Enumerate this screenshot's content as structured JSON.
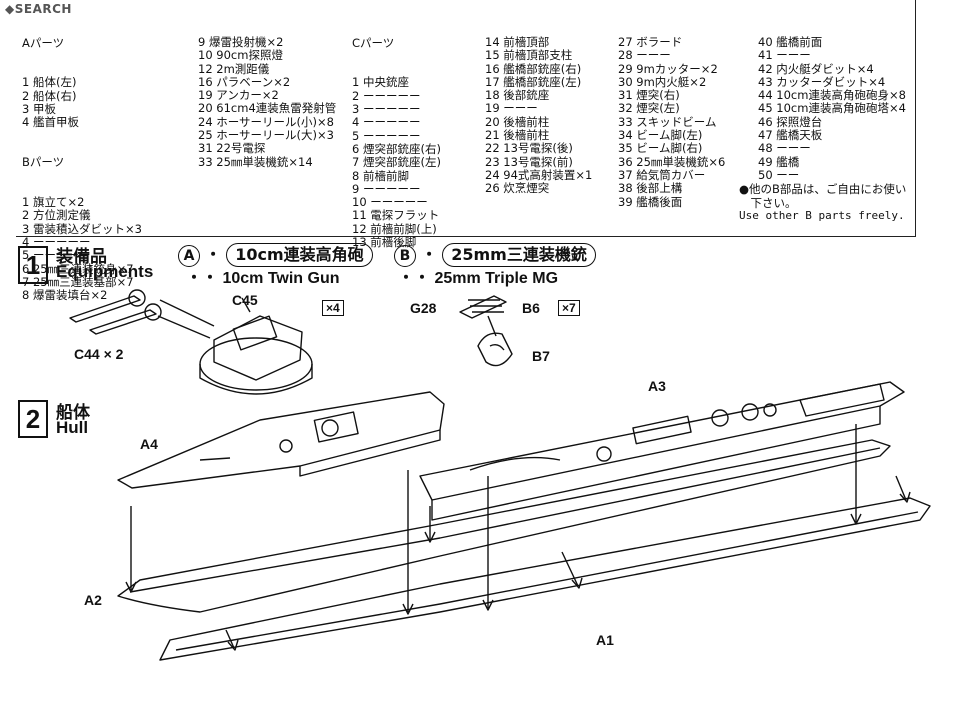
{
  "watermark": "SEARCH",
  "partsA": {
    "header": "Aパーツ",
    "items": [
      "1 船体(左)",
      "2 船体(右)",
      "3 甲板",
      "4 艦首甲板"
    ]
  },
  "partsB": {
    "header": "Bパーツ",
    "items": [
      "1 旗立て×2",
      "2 方位測定儀",
      "3 雷装積込ダビット×3",
      "4 ーーーーー",
      "5 ーーーーー",
      "6 25㎜三連装銃身×7",
      "7 25㎜三連装基部×7",
      "8 爆雷装填台×2"
    ]
  },
  "partsB2": {
    "items": [
      "9 爆雷投射機×2",
      "10 90cm探照燈",
      "12 2m測距儀",
      "16 パラベーン×2",
      "19 アンカー×2",
      "20 61cm4連装魚雷発射管",
      "24 ホーサーリール(小)×8",
      "25 ホーサーリール(大)×3",
      "31 22号電探",
      "33 25㎜単装機銃×14"
    ]
  },
  "partsC": {
    "header": "Cパーツ",
    "items": [
      "1 中央銃座",
      "2 ーーーーー",
      "3 ーーーーー",
      "4 ーーーーー",
      "5 ーーーーー",
      "6 煙突部銃座(右)",
      "7 煙突部銃座(左)",
      "8 前檣前脚",
      "9 ーーーーー",
      "10 ーーーーー",
      "11 電探フラット",
      "12 前檣前脚(上)",
      "13 前檣後脚"
    ]
  },
  "partsC2": {
    "items": [
      "14 前檣頂部",
      "15 前檣頂部支柱",
      "16 艦橋部銃座(右)",
      "17 艦橋部銃座(左)",
      "18 後部銃座",
      "19 ーーー",
      "20 後檣前柱",
      "21 後檣前柱",
      "22 13号電探(後)",
      "23 13号電探(前)",
      "24 94式高射装置×1",
      "26 炊烹煙突"
    ]
  },
  "partsC3": {
    "items": [
      "27 ボラード",
      "28 ーーー",
      "29 9mカッター×2",
      "30 9m内火艇×2",
      "31 煙突(右)",
      "32 煙突(左)",
      "33 スキッドビーム",
      "34 ビーム脚(左)",
      "35 ビーム脚(右)",
      "36 25㎜単装機銃×6",
      "37 給気筒カバー",
      "38 後部上構",
      "39 艦橋後面"
    ]
  },
  "partsC4": {
    "items": [
      "40 艦橋前面",
      "41 ーーー",
      "42 内火艇ダビット×4",
      "43 カッターダビット×4",
      "44 10cm連装高角砲砲身×8",
      "45 10cm連装高角砲砲塔×4",
      "46 探照燈台",
      "47 艦橋天板",
      "48 ーーー",
      "49 艦橋",
      "50 ーー"
    ]
  },
  "note": {
    "jp": "●他のB部品は、ご自由にお使い\n　下さい。",
    "en": "Use other B parts freely."
  },
  "step1": {
    "number": "1",
    "title_jp": "装備品",
    "title_en": "Equipments",
    "a_mark": "A",
    "a_jp": "10cm連装高角砲",
    "a_en": "・・ 10cm Twin Gun",
    "b_mark": "B",
    "b_jp": "25mm三連装機銃",
    "b_en": "・・ 25mm Triple MG",
    "labels": {
      "c45": "C45",
      "c44": "C44 × 2",
      "x4": "×4",
      "g28": "G28",
      "b6": "B6",
      "x7": "×7",
      "b7": "B7"
    }
  },
  "step2": {
    "number": "2",
    "title_jp": "船体",
    "title_en": "Hull",
    "labels": {
      "a1": "A1",
      "a2": "A2",
      "a3": "A3",
      "a4": "A4"
    }
  }
}
